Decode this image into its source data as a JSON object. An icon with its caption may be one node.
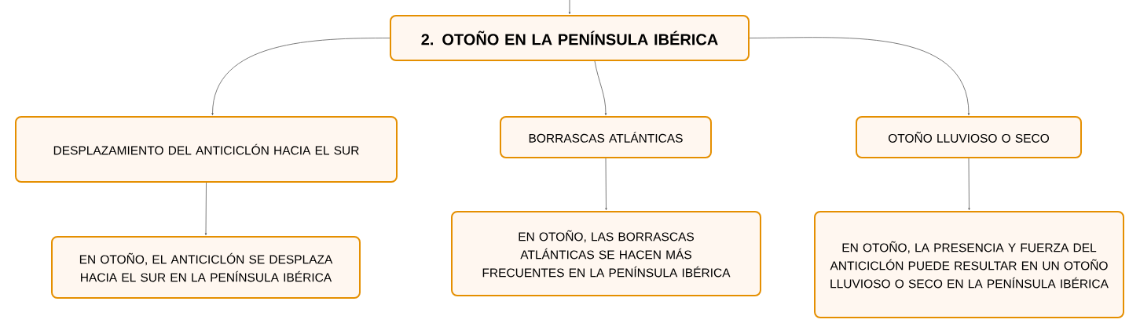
{
  "diagram": {
    "nodes": [
      {
        "text": [
          "2. OTOÑO EN LA PENÍNSULA IBÉRICA"
        ]
      },
      {
        "text": [
          "DESPLAZAMIENTO DEL ANTICICLÓN HACIA EL SUR"
        ]
      },
      {
        "text": [
          "BORRASCAS ATLÁNTICAS"
        ]
      },
      {
        "text": [
          "OTOÑO LLUVIOSO O SECO"
        ]
      },
      {
        "text": [
          "EN OTOÑO, EL ANTICICLÓN SE DESPLAZA HACIA EL SUR EN LA PENÍNSULA IBÉRICA"
        ]
      },
      {
        "text": [
          "EN OTOÑO, LAS BORRASCAS ATLÁNTICAS SE HACEN MÁS FRECUENTES EN LA PENÍNSULA IBÉRICA"
        ]
      },
      {
        "text": [
          "EN OTOÑO, LA PRESENCIA Y FUERZA DEL ANTICICLÓN PUEDE RESULTAR EN UN OTOÑO LLUVIOSO O SECO EN LA PENÍNSULA IBÉRICA"
        ]
      }
    ],
    "edges": [
      {
        "from": null,
        "to": 0,
        "arrow": "to"
      },
      {
        "from": 0,
        "to": 1,
        "arrow": "to"
      },
      {
        "from": 0,
        "to": 2,
        "arrow": "to"
      },
      {
        "from": 0,
        "to": 3,
        "arrow": "to"
      },
      {
        "from": 1,
        "to": 4,
        "arrow": "to"
      },
      {
        "from": 2,
        "to": 5,
        "arrow": "to"
      },
      {
        "from": 3,
        "to": 6,
        "arrow": "to"
      }
    ]
  }
}
